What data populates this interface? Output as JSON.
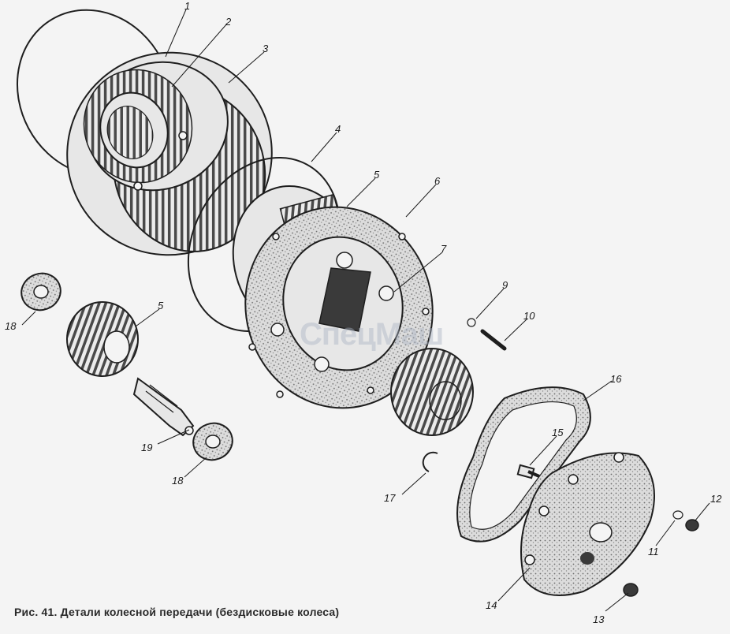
{
  "caption": "Рис. 41. Детали колесной передачи (бездисковые колеса)",
  "watermark": "СпецМаш",
  "part_labels": [
    "1",
    "2",
    "3",
    "4",
    "5",
    "6",
    "7",
    "9",
    "10",
    "18",
    "5",
    "19",
    "18",
    "17",
    "15",
    "16",
    "12",
    "11",
    "14",
    "13"
  ]
}
